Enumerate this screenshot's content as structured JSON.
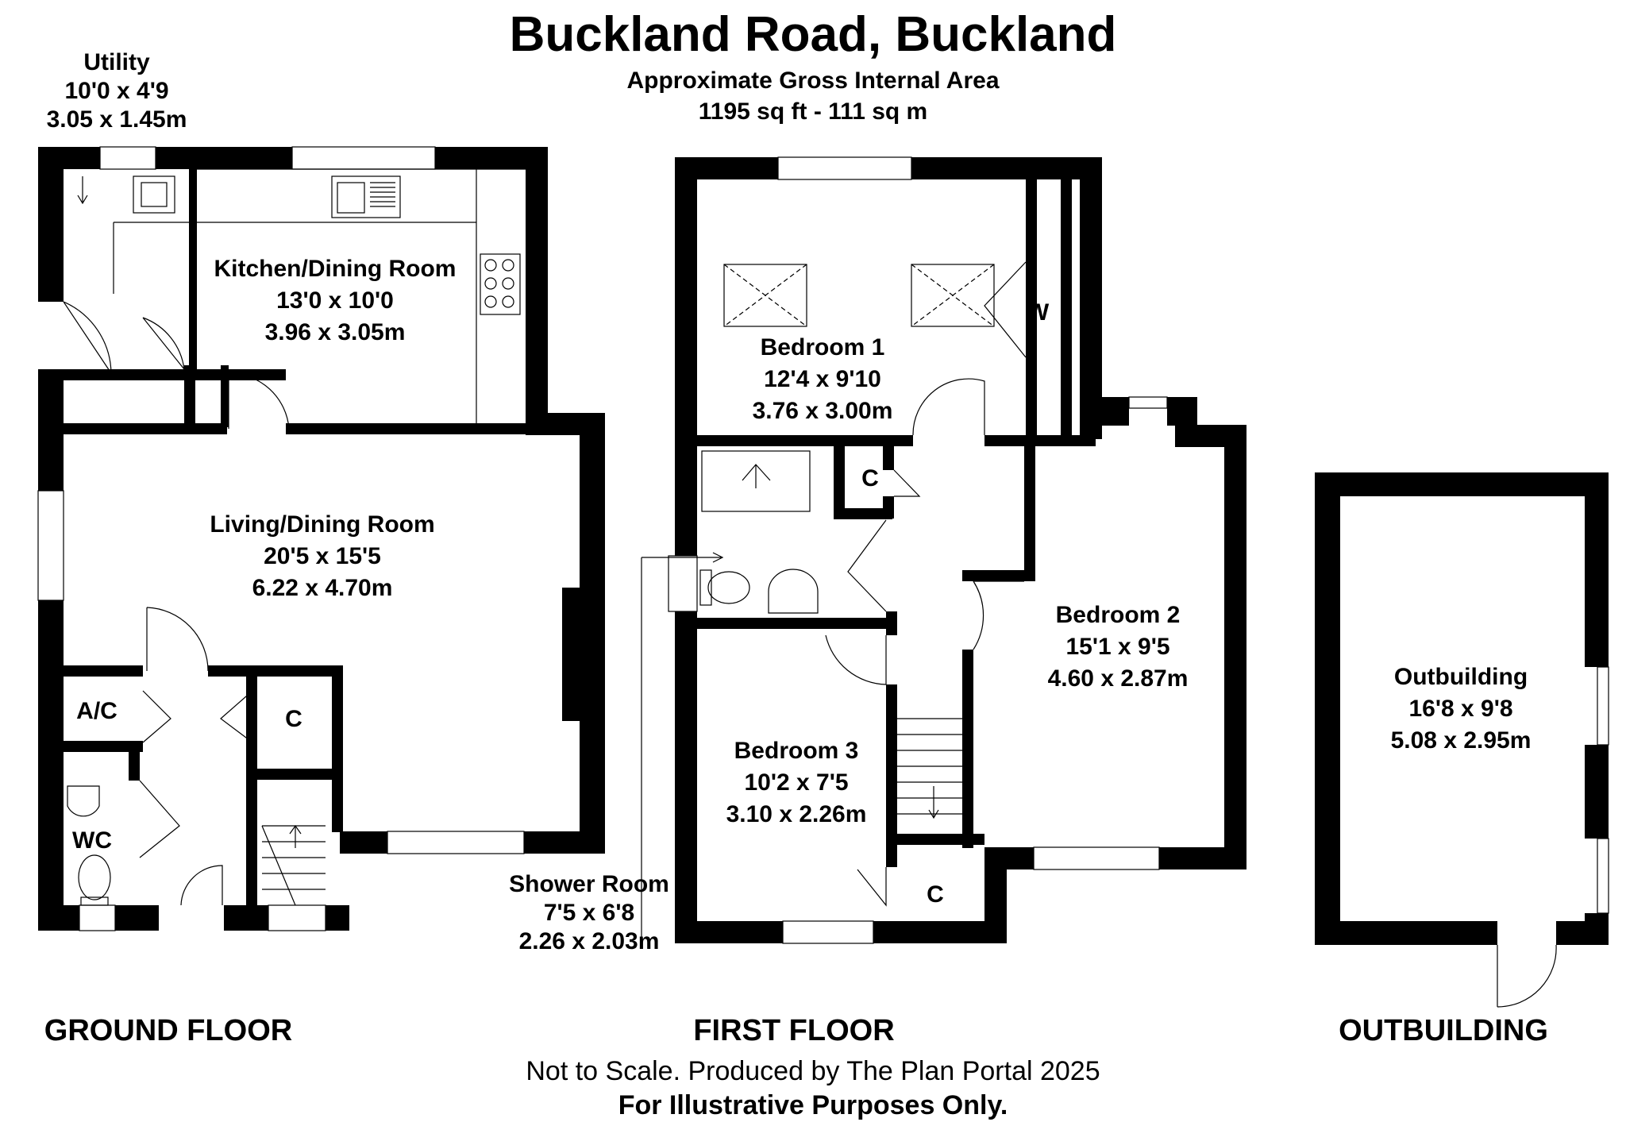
{
  "header": {
    "title": "Buckland Road, Buckland",
    "subtitle_line1": "Approximate Gross Internal Area",
    "subtitle_line2": "1195 sq ft - 111 sq m"
  },
  "ground_floor": {
    "label": "GROUND FLOOR",
    "rooms": {
      "utility": {
        "name": "Utility",
        "imperial": "10'0 x 4'9",
        "metric": "3.05 x 1.45m"
      },
      "kitchen": {
        "name": "Kitchen/Dining Room",
        "imperial": "13'0 x 10'0",
        "metric": "3.96 x 3.05m"
      },
      "living": {
        "name": "Living/Dining Room",
        "imperial": "20'5 x 15'5",
        "metric": "6.22 x 4.70m"
      },
      "ac": {
        "name": "A/C"
      },
      "cupboard": {
        "name": "C"
      },
      "wc": {
        "name": "WC"
      }
    }
  },
  "first_floor": {
    "label": "FIRST FLOOR",
    "rooms": {
      "bedroom1": {
        "name": "Bedroom 1",
        "imperial": "12'4 x 9'10",
        "metric": "3.76 x 3.00m"
      },
      "wardrobe": {
        "name": "W"
      },
      "cupboard_top": {
        "name": "C"
      },
      "bedroom2": {
        "name": "Bedroom 2",
        "imperial": "15'1 x 9'5",
        "metric": "4.60 x 2.87m"
      },
      "bedroom3": {
        "name": "Bedroom 3",
        "imperial": "10'2 x 7'5",
        "metric": "3.10 x 2.26m"
      },
      "cupboard_bottom": {
        "name": "C"
      },
      "shower": {
        "name": "Shower Room",
        "imperial": "7'5 x 6'8",
        "metric": "2.26 x 2.03m"
      }
    }
  },
  "outbuilding": {
    "label": "OUTBUILDING",
    "room": {
      "name": "Outbuilding",
      "imperial": "16'8 x 9'8",
      "metric": "5.08 x 2.95m"
    }
  },
  "footer": {
    "line1": "Not to Scale. Produced by The Plan Portal 2025",
    "line2": "For Illustrative Purposes Only."
  }
}
